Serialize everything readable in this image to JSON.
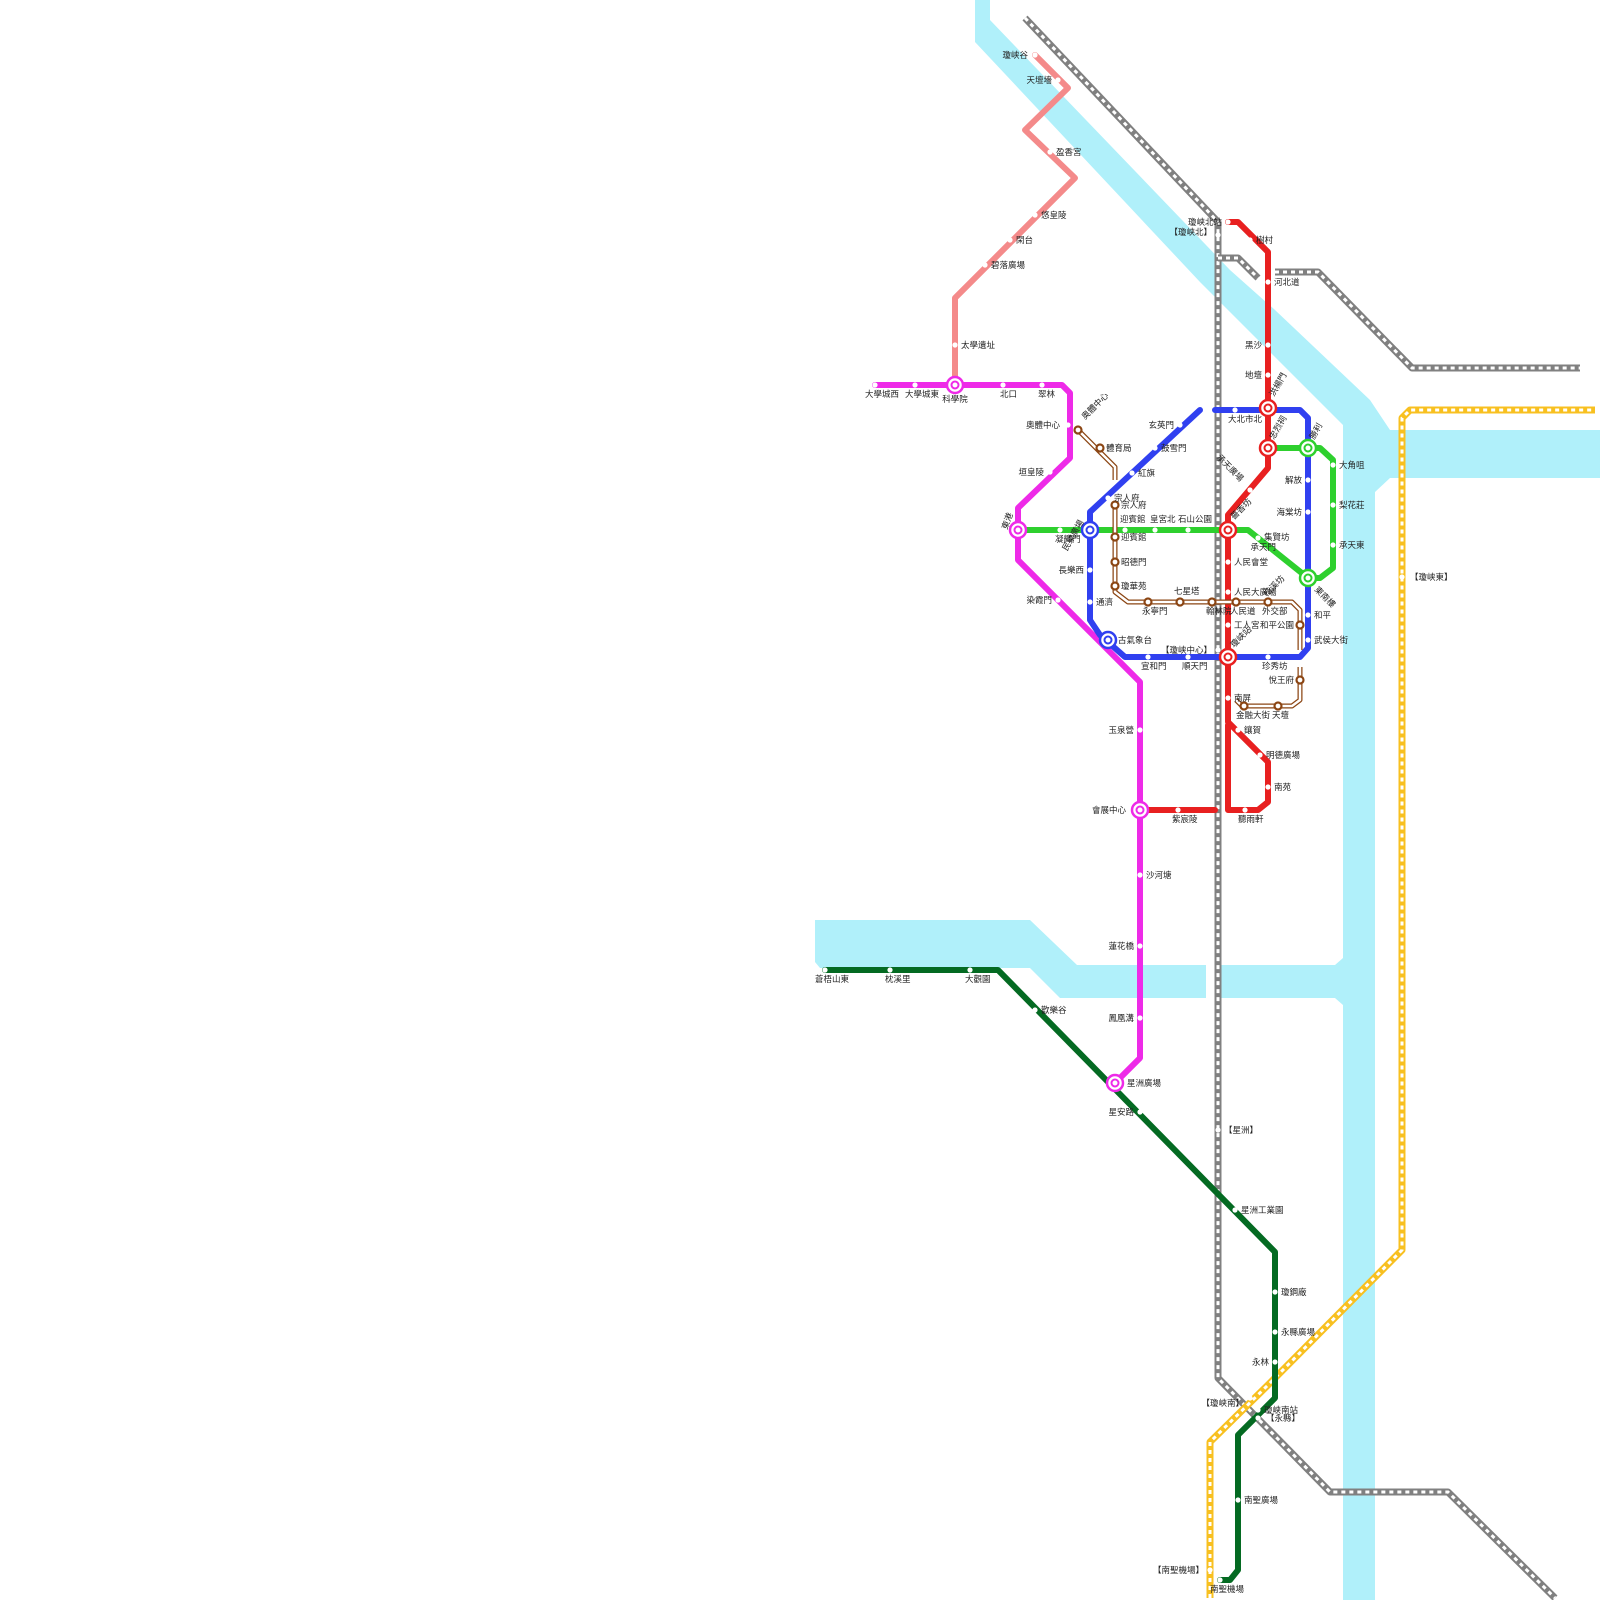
{
  "colors": {
    "water": "#b0f0fa",
    "pink_line": "#f48a8a",
    "magenta_line": "#ee2ae8",
    "blue_line": "#3040f0",
    "red_line": "#e82020",
    "green_line": "#2ed02e",
    "brown_line": "#8b4513",
    "darkgreen_line": "#046a22",
    "rail_gray": "#808080",
    "rail_yellow": "#f8c020"
  },
  "stations": {
    "pink": [
      "瓊峡谷",
      "天壇墻",
      "盈香宮",
      "悠皇陵",
      "閑台",
      "碧落廣場",
      "太學遺址"
    ],
    "magenta": [
      "大學城西",
      "大學城東",
      "科學院",
      "北口",
      "翠林",
      "奧體中心",
      "垣皇陵",
      "東港",
      "染霞門",
      "玉泉營",
      "會展中心",
      "沙河塘",
      "蓮花橋",
      "鳳凰溝",
      "星洲廣場"
    ],
    "green": [
      "凝輝門",
      "迎賓館",
      "皇宮北",
      "石山公園",
      "集賢坊",
      "承天門",
      "楷溪坊",
      "勝利",
      "大角咀",
      "梨花莊",
      "承天東",
      "東南樓"
    ],
    "blue": [
      "玄英門",
      "鼓雪門",
      "紅旗",
      "宗人府",
      "民樂廣場",
      "長樂西",
      "通濟",
      "古氣象台",
      "宣和門",
      "順天門",
      "大北市北",
      "解放",
      "海棠坊",
      "和平",
      "武侯大街",
      "珍秀坊"
    ],
    "red": [
      "瓊峡北站",
      "樹村",
      "河北道",
      "黑沙",
      "地壇",
      "洪楊門",
      "忠烈祠",
      "承天廣場",
      "薔香坊",
      "人民會堂",
      "人民大廣場",
      "工人宮",
      "瓊峡站",
      "南屏",
      "鑲賀",
      "明德廣場",
      "南苑",
      "聽雨軒",
      "紫宸陵"
    ],
    "brown": [
      "奥體中心",
      "體育局",
      "宗人府",
      "迎賓館",
      "昭德門",
      "瓊華苑",
      "永寧門",
      "七星塔",
      "翰林院",
      "人民道",
      "外交部",
      "和平公園",
      "悅王府",
      "金融大街",
      "天壇"
    ],
    "darkgreen": [
      "蒼梧山東",
      "枕溪里",
      "大觀園",
      "歡樂谷",
      "星安路",
      "星洲工業園",
      "瓊鋼廠",
      "永縣廣場",
      "永林",
      "瓊峡南站",
      "南聖廣場",
      "南聖機場"
    ],
    "rail": [
      "【瓊峡北】",
      "【瓊峡中心】",
      "【星洲】",
      "【瓊峡南】",
      "【永縣】",
      "【南聖機場】",
      "【瓊峡東】"
    ]
  }
}
